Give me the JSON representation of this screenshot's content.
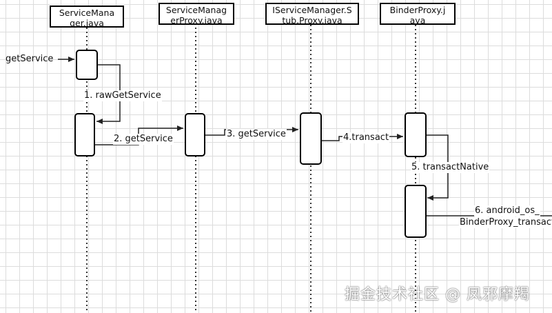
{
  "participants": [
    {
      "id": "sm",
      "label_l1": "ServiceMana",
      "label_l2": "ger.java"
    },
    {
      "id": "smp",
      "label_l1": "ServiceManag",
      "label_l2": "erProxy.java"
    },
    {
      "id": "ism",
      "label_l1": "IServiceManager.S",
      "label_l2": "tub.Proxy.java"
    },
    {
      "id": "bp",
      "label_l1": "BinderProxy.j",
      "label_l2": "ava"
    }
  ],
  "messages": {
    "incoming": "getService",
    "m1": "1. rawGetService",
    "m2": "2. getService",
    "m3": "3. getService",
    "m4": "4.transact",
    "m5": "5. transactNative",
    "m6_l1": "6. android_os_",
    "m6_l2": "BinderProxy_transact"
  },
  "watermark": "掘金技术社区 @ 凤邪摩羯",
  "colors": {
    "line": "#333333",
    "grid": "#dcdcdc",
    "box_border": "#000000"
  }
}
